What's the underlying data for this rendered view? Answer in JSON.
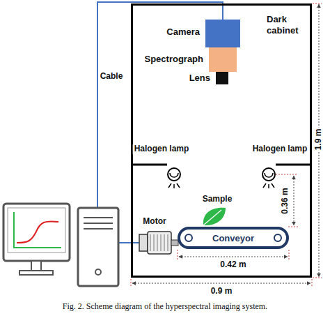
{
  "diagram": {
    "caption": "Fig. 2. Scheme diagram of the hyperspectral imaging system.",
    "nodes": [
      {
        "text": [
          "Dark cabinet"
        ]
      },
      {
        "text": [
          "Camera"
        ],
        "in": 0
      },
      {
        "text": [
          "Spectrograph"
        ],
        "in": 0
      },
      {
        "text": [
          "Lens"
        ],
        "in": 0
      },
      {
        "text": [
          "Conveyor"
        ],
        "in": 0
      }
    ],
    "labels": [
      "Cable",
      "Halogen lamp",
      "Halogen lamp",
      "0.36 m",
      "Sample",
      "Motor",
      "0.42 m",
      "0.9 m",
      "1.9 m"
    ]
  }
}
